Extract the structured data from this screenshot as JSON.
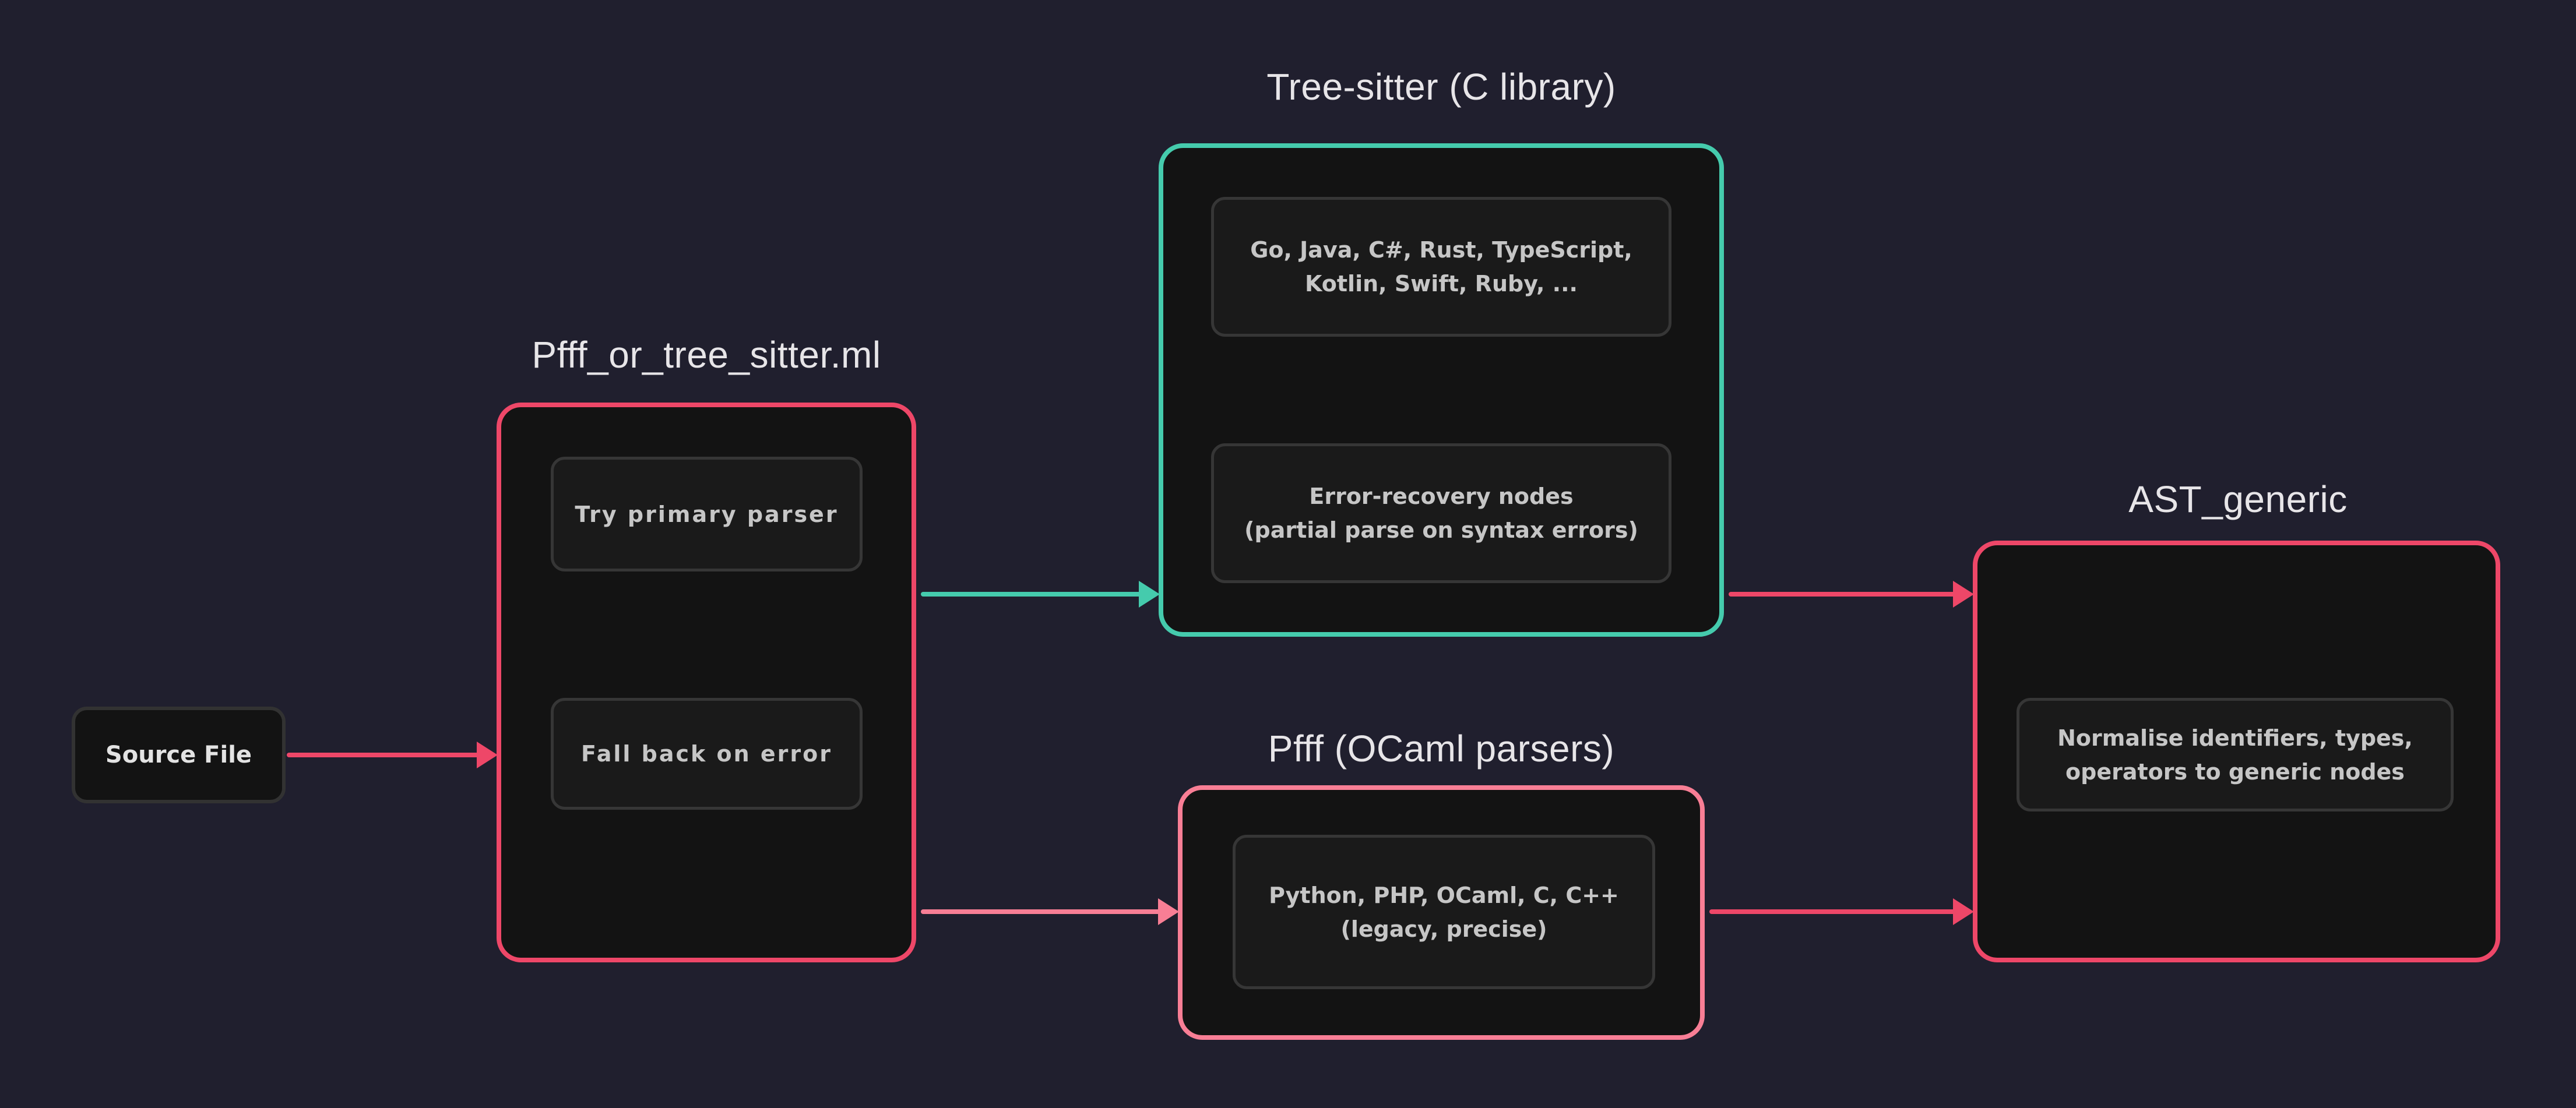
{
  "colors": {
    "background": "#201f2e",
    "node_fill": "#131313",
    "inner_box_fill": "#1a1a1a",
    "inner_box_border": "#363636",
    "strong_pink": "#ee4768",
    "light_pink": "#f87e95",
    "teal": "#45cbad",
    "title_text": "#e7e5e8",
    "label_text": "#c6c6c6",
    "source_label_text": "#e3e3e3"
  },
  "nodes": {
    "source_file": {
      "label": "Source File"
    }
  },
  "groups": {
    "pfff_or_tree_sitter": {
      "title": "Pfff_or_tree_sitter.ml",
      "try_primary": "Try primary parser",
      "fall_back": "Fall back on error"
    },
    "tree_sitter": {
      "title": "Tree-sitter (C library)",
      "languages_line1": "Go, Java, C#, Rust, TypeScript,",
      "languages_line2": "Kotlin, Swift, Ruby, ...",
      "error_recovery_line1": "Error-recovery nodes",
      "error_recovery_line2": "(partial parse on syntax errors)"
    },
    "pfff": {
      "title": "Pfff (OCaml parsers)",
      "languages_line1": "Python, PHP, OCaml, C, C++",
      "languages_line2": "(legacy, precise)"
    },
    "ast_generic": {
      "title": "AST_generic",
      "normalise_line1": "Normalise identifiers, types,",
      "normalise_line2": "operators to generic nodes"
    }
  },
  "edges": [
    {
      "name": "source-to-pfff-or-tree-sitter",
      "color_key": "strong_pink"
    },
    {
      "name": "pfff-or-tree-sitter-to-tree-sitter",
      "color_key": "teal"
    },
    {
      "name": "pfff-or-tree-sitter-to-pfff",
      "color_key": "light_pink"
    },
    {
      "name": "tree-sitter-to-ast-generic",
      "color_key": "strong_pink"
    },
    {
      "name": "pfff-to-ast-generic",
      "color_key": "strong_pink"
    }
  ]
}
